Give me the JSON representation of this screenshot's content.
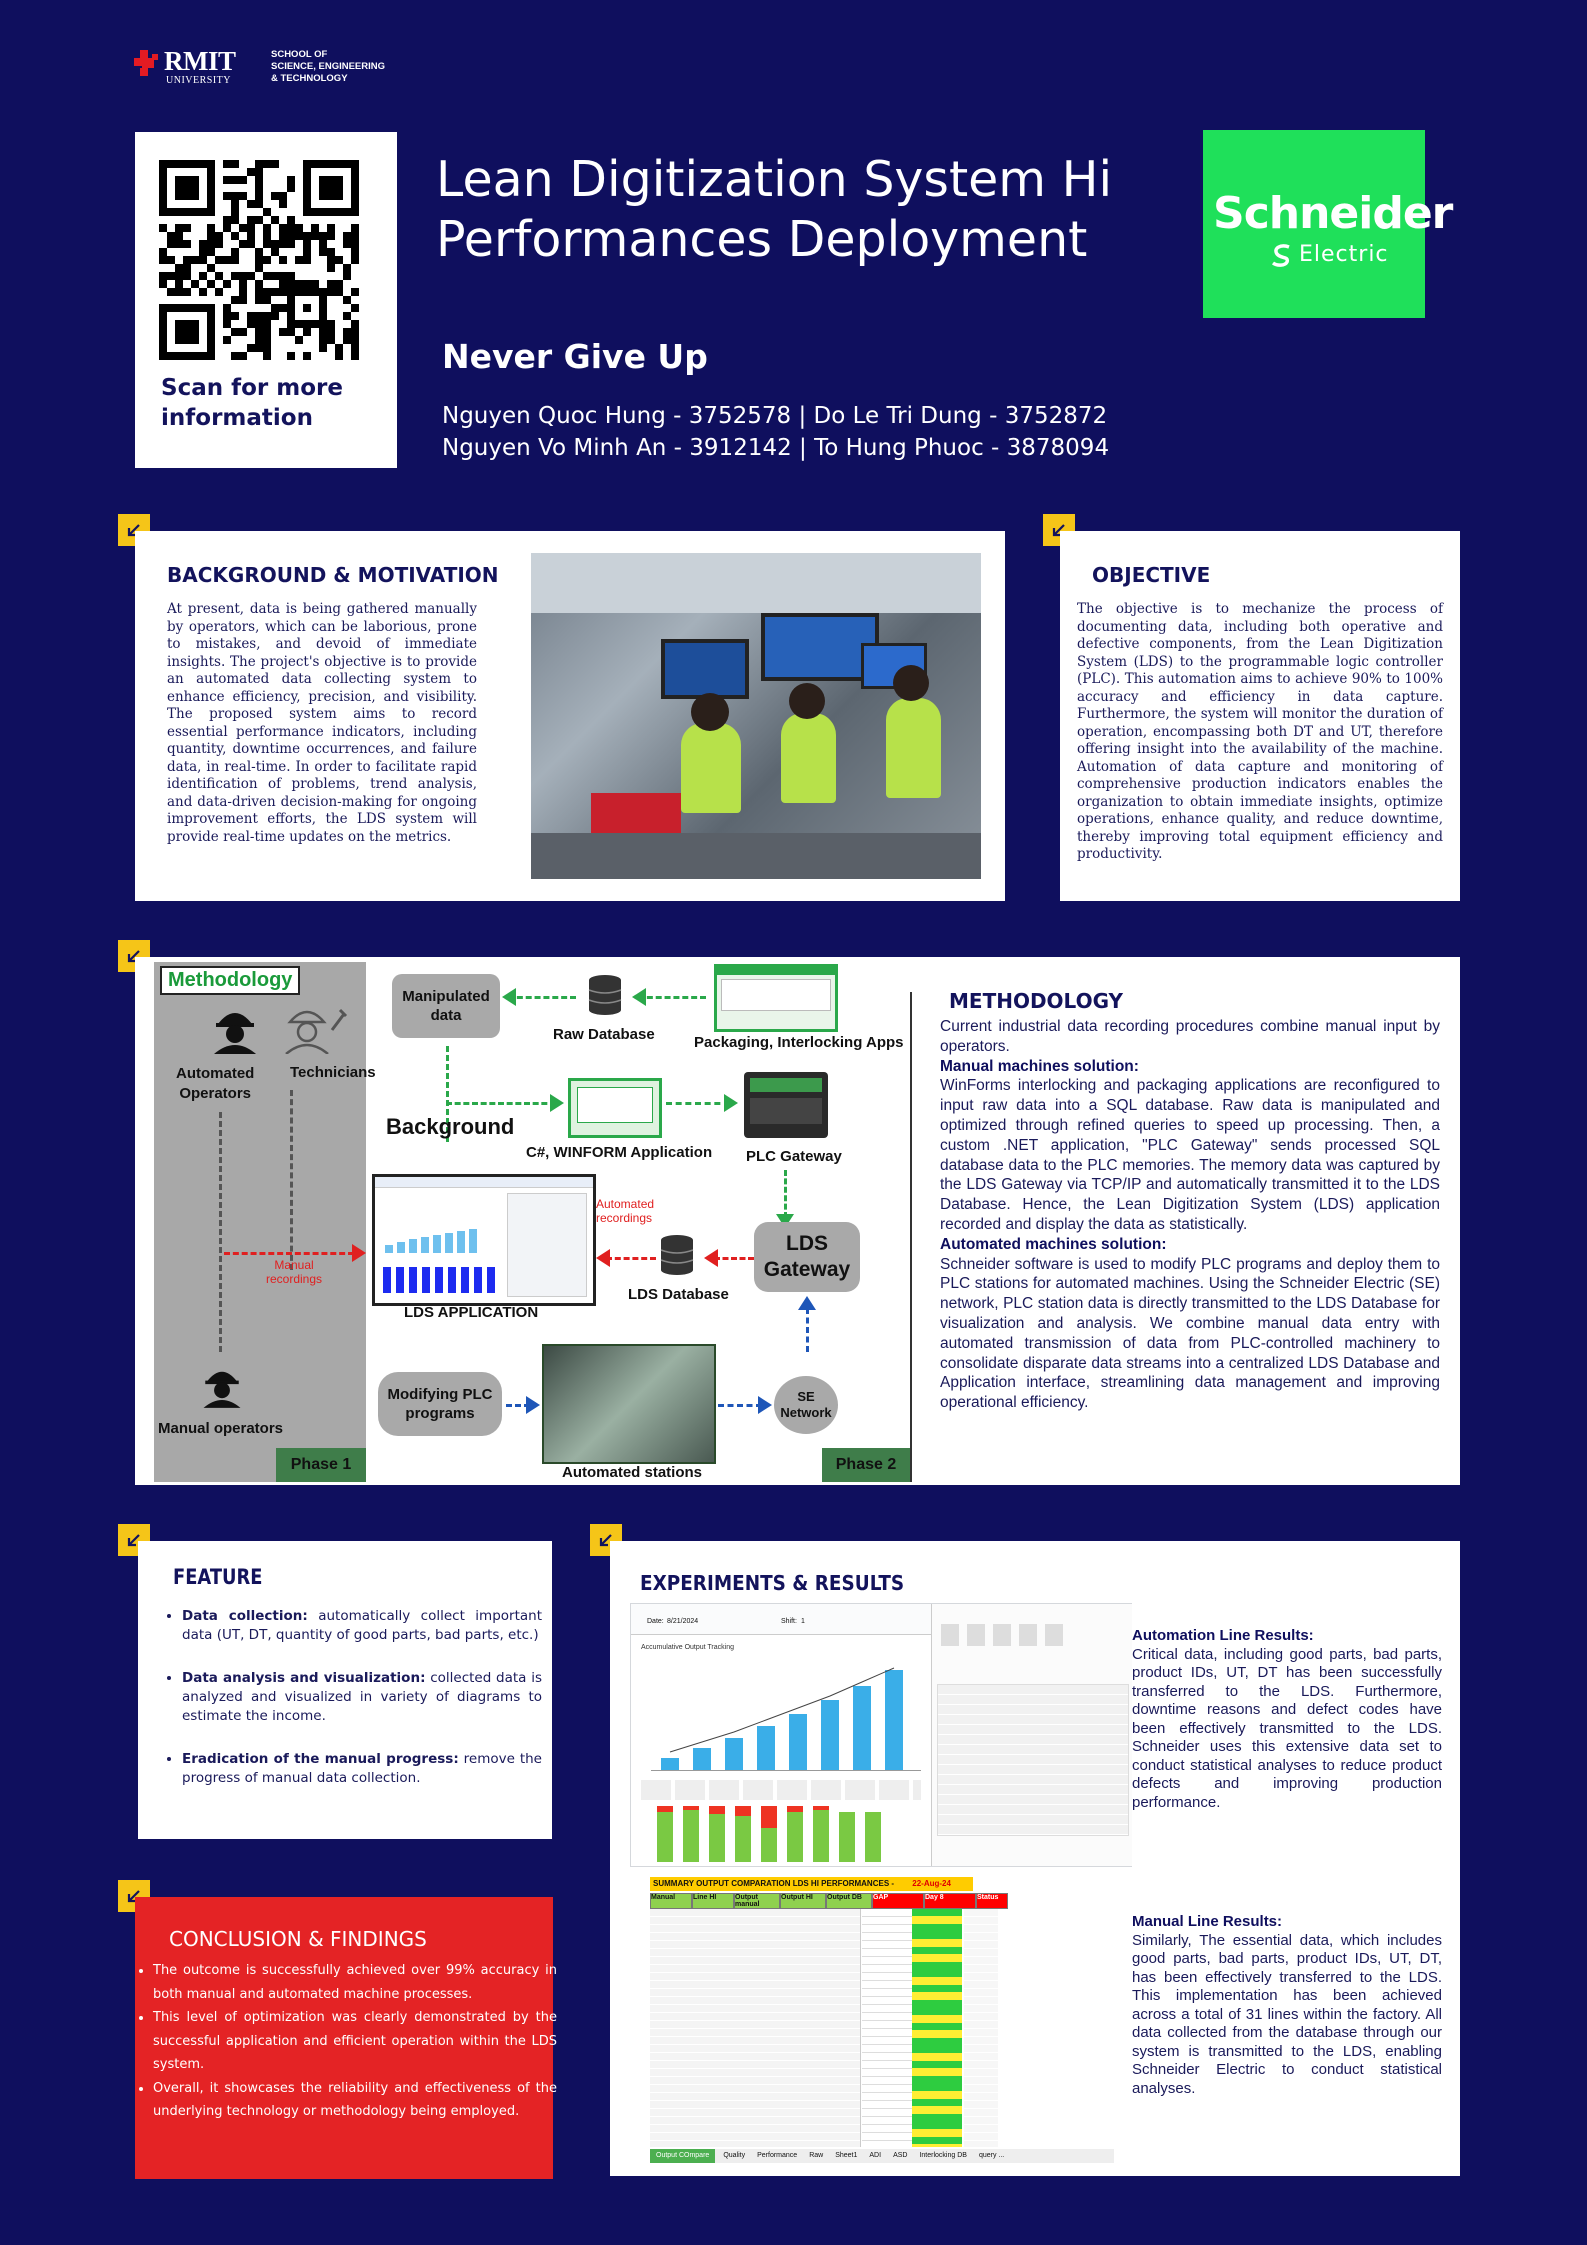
{
  "header": {
    "university": "RMIT",
    "university_sub": "UNIVERSITY",
    "school_line1": "SCHOOL OF",
    "school_line2": "SCIENCE, ENGINEERING",
    "school_line3": "& TECHNOLOGY",
    "qr_caption_line1": "Scan for more",
    "qr_caption_line2": "information",
    "title_line1": "Lean Digitization System Hi",
    "title_line2": "Performances Deployment",
    "team_name": "Never Give Up",
    "authors_line1": "Nguyen Quoc Hung - 3752578 | Do Le Tri Dung - 3752872",
    "authors_line2": "Nguyen Vo Minh An - 3912142 | To Hung Phuoc - 3878094",
    "sponsor_line1": "Schneider",
    "sponsor_line2": "Electric"
  },
  "background": {
    "title": "BACKGROUND & MOTIVATION",
    "text": "At present, data is being gathered manually by operators, which can be laborious, prone to mistakes, and devoid of immediate insights. The project's objective is to provide an automated data collecting system to enhance efficiency, precision, and visibility. The proposed system aims to record essential performance indicators, including quantity, downtime occurrences, and failure data, in real-time. In order to facilitate rapid identification of problems, trend analysis, and data-driven decision-making for ongoing improvement efforts, the LDS system will provide real-time updates on the metrics."
  },
  "objective": {
    "title": "OBJECTIVE",
    "text": "The objective is to mechanize the process of documenting data, including both operative and defective components, from the Lean Digitization System (LDS) to the programmable logic controller (PLC). This automation aims to achieve 90% to 100% accuracy and efficiency in data capture. Furthermore, the system will monitor the duration of operation, encompassing both DT and UT, therefore offering insight into the availability of the machine. Automation of data capture and monitoring of comprehensive production indicators enables the organization to obtain immediate insights, optimize operations, enhance quality, and reduce downtime, thereby improving total equipment efficiency and productivity."
  },
  "diagram": {
    "tag": "Methodology",
    "automated_operators_1": "Automated",
    "automated_operators_2": "Operators",
    "technicians": "Technicians",
    "manipulated_1": "Manipulated",
    "manipulated_2": "data",
    "raw_db": "Raw Database",
    "apps": "Packaging, Interlocking Apps",
    "background": "Background",
    "csharp": "C#, WINFORM Application",
    "plc_gateway": "PLC Gateway",
    "automated_rec_1": "Automated",
    "automated_rec_2": "recordings",
    "lds_gw_1": "LDS",
    "lds_gw_2": "Gateway",
    "manual_rec_1": "Manual",
    "manual_rec_2": "recordings",
    "lds_db": "LDS Database",
    "lds_app": "LDS APPLICATION",
    "modifying_1": "Modifying PLC",
    "modifying_2": "programs",
    "se_1": "SE",
    "se_2": "Network",
    "manual_ops": "Manual operators",
    "automated_stations": "Automated stations",
    "phase1": "Phase 1",
    "phase2": "Phase 2"
  },
  "methodology": {
    "title": "METHODOLOGY",
    "intro": "Current industrial data recording procedures combine manual input by operators.",
    "manual_heading": "Manual machines solution:",
    "manual_text": "WinForms interlocking and packaging applications are reconfigured to input raw data into a SQL database. Raw data is manipulated and optimized through refined queries to speed up processing. Then, a custom .NET application, \"PLC Gateway\" sends processed SQL database data to the PLC memories. The memory data was captured by the LDS Gateway via TCP/IP and automatically transmitted it to the LDS Database. Hence, the Lean Digitization System (LDS) application recorded and display the data as statistically.",
    "auto_heading": "Automated machines solution:",
    "auto_text": "Schneider software is used to modify PLC programs and deploy them to PLC stations for automated machines. Using the Schneider Electric (SE) network, PLC station data is directly transmitted to the LDS Database for visualization and analysis. We combine manual data entry with automated transmission of data from PLC-controlled machinery to consolidate disparate data streams into a centralized LDS Database and Application interface, streamlining data management and improving operational efficiency."
  },
  "feature": {
    "title": "FEATURE",
    "items": [
      {
        "head": "Data collection:",
        "text": " automatically collect important data (UT, DT, quantity of good parts, bad parts, etc.)"
      },
      {
        "head": "Data analysis and visualization:",
        "text": " collected data is analyzed and visualized in variety of diagrams to estimate the income."
      },
      {
        "head": "Eradication of the manual progress:",
        "text": " remove the progress of manual data collection."
      }
    ]
  },
  "conclusion": {
    "title": "CONCLUSION & FINDINGS",
    "items": [
      "The outcome is successfully achieved over 99% accuracy in both manual and automated machine processes.",
      "This level of optimization was clearly demonstrated by the successful application and efficient operation within the LDS system.",
      "Overall, it showcases the reliability and effectiveness of the underlying technology or methodology being employed."
    ]
  },
  "experiments": {
    "title": "EXPERIMENTS & RESULTS",
    "dash_date_label": "Date:",
    "dash_date": "8/21/2024",
    "dash_shift_label": "Shift:",
    "dash_shift": "1",
    "dash_chart_title": "Accumulative Output Tracking",
    "summary_title": "SUMMARY OUTPUT COMPARATION LDS HI PERFORMANCES -",
    "summary_date": "22-Aug-24",
    "summary_headers": [
      "Manual",
      "Line HI",
      "Output manual",
      "Output HI",
      "Output DB",
      "GAP",
      "Day 8",
      "Status"
    ],
    "sheet_tabs": [
      "Output COmpare",
      "Quality",
      "Performance",
      "Raw",
      "Sheet1",
      "ADI",
      "ASD",
      "Interlocking DB",
      "query ..."
    ],
    "auto_heading": "Automation Line Results:",
    "auto_text": "Critical data, including good parts, bad parts, product IDs, UT, DT has been successfully transferred to the LDS. Furthermore, downtime reasons and defect codes have been effectively transmitted to the LDS. Schneider uses this extensive data set to conduct statistical analyses to reduce product defects and improving production performance.",
    "manual_heading": "Manual Line Results:",
    "manual_text": "Similarly, The essential data, which includes good parts, bad parts, product IDs, UT, DT, has been effectively transferred to the LDS. This implementation has been achieved across a total of 31 lines within the factory. All data collected from the database through our system is transmitted to the LDS, enabling Schneider Electric to conduct statistical analyses."
  }
}
